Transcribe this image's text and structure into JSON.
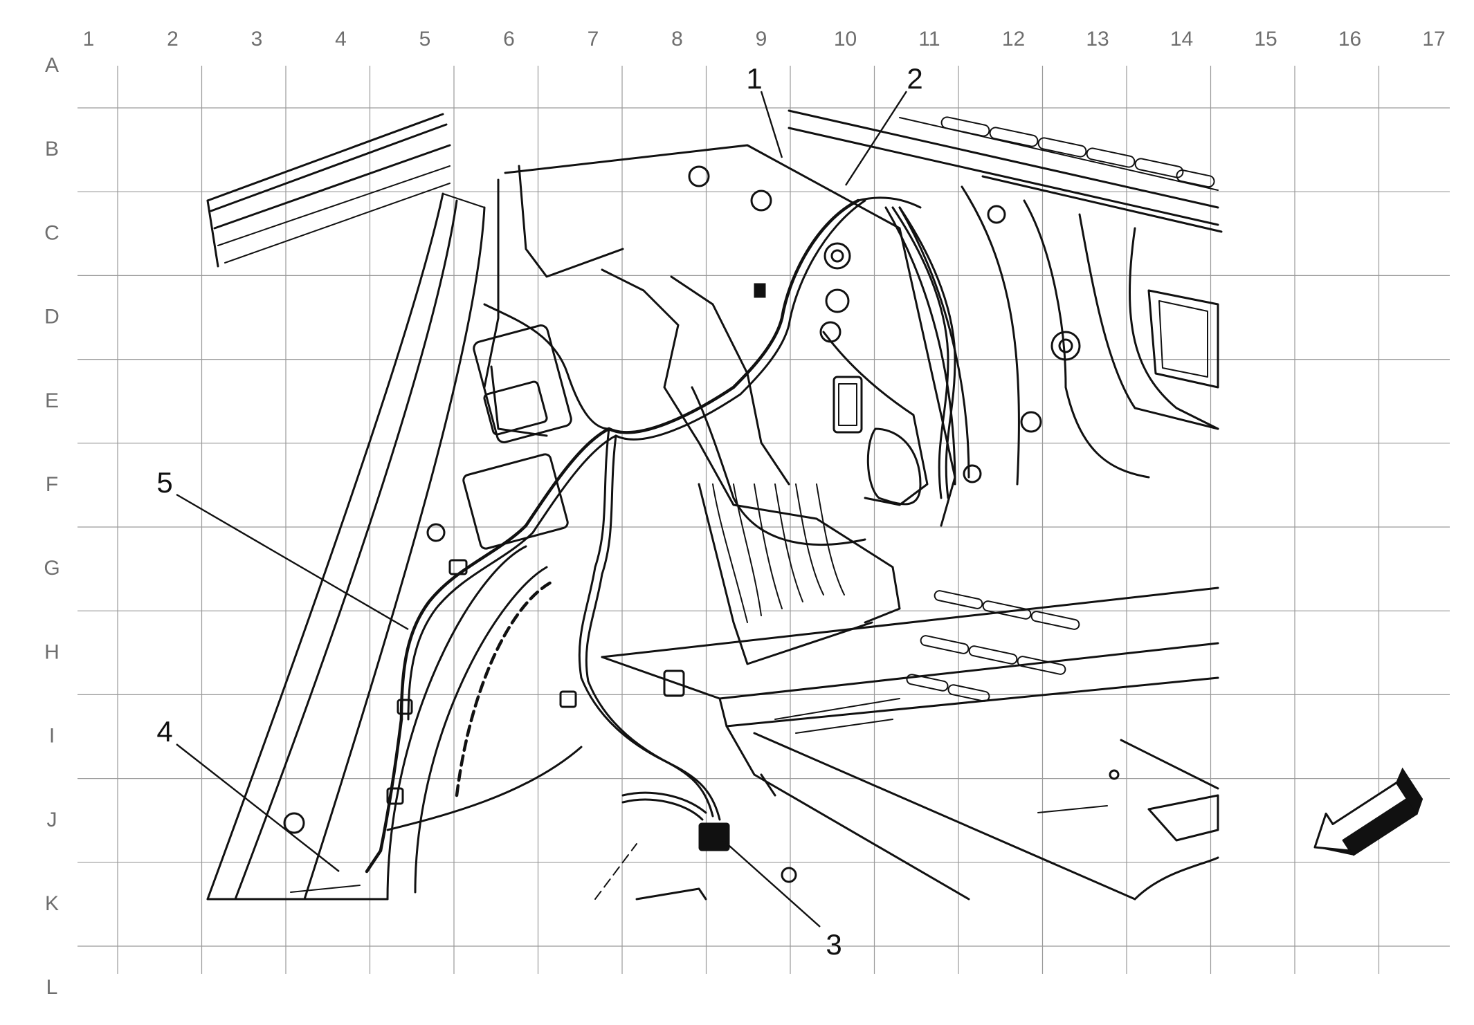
{
  "grid": {
    "columns": [
      "1",
      "2",
      "3",
      "4",
      "5",
      "6",
      "7",
      "8",
      "9",
      "10",
      "11",
      "12",
      "13",
      "14",
      "15",
      "16",
      "17"
    ],
    "rows": [
      "A",
      "B",
      "C",
      "D",
      "E",
      "F",
      "G",
      "H",
      "I",
      "J",
      "K",
      "L"
    ]
  },
  "callouts": [
    {
      "id": "1",
      "label": "1"
    },
    {
      "id": "2",
      "label": "2"
    },
    {
      "id": "3",
      "label": "3"
    },
    {
      "id": "4",
      "label": "4"
    },
    {
      "id": "5",
      "label": "5"
    }
  ],
  "orientation_arrow": {
    "icon": "front-direction-arrow-icon"
  }
}
